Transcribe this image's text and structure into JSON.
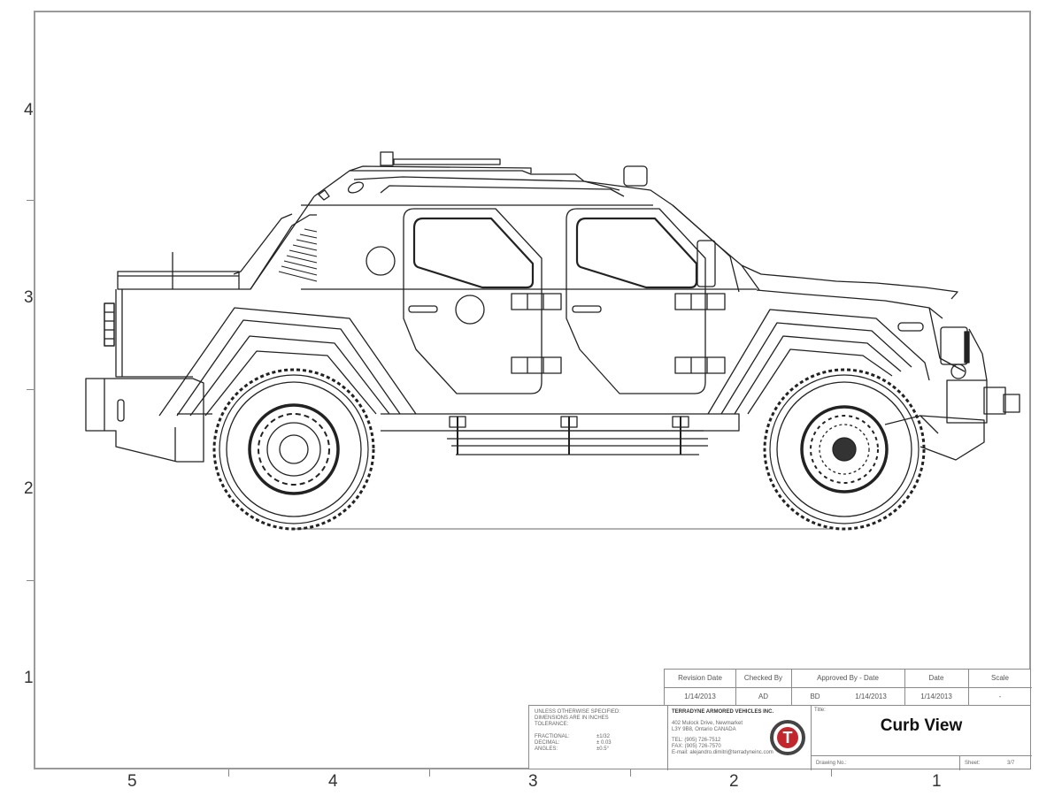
{
  "drawing": {
    "subject": "Armored SUV side elevation (curb view)",
    "border": {
      "row_labels": [
        "4",
        "3",
        "2",
        "1"
      ],
      "column_labels": [
        "5",
        "4",
        "3",
        "2",
        "1"
      ]
    }
  },
  "title_block": {
    "revision_header": {
      "columns": [
        "Revision Date",
        "Checked By",
        "Approved By  - Date",
        "Date",
        "Scale"
      ],
      "values": [
        "1/14/2013",
        "AD",
        "BD",
        "1/14/2013",
        "1/14/2013",
        "-"
      ]
    },
    "tolerance_notes": {
      "heading_lines": [
        "UNLESS OTHERWISE SPECIFIED:",
        "DIMENSIONS ARE IN INCHES",
        "TOLERANCE:"
      ],
      "rows": [
        {
          "label": "FRACTIONAL:",
          "value": "±1/32"
        },
        {
          "label": "DECIMAL:",
          "value": "± 0.03"
        },
        {
          "label": "ANGLES:",
          "value": "±0.5°"
        }
      ]
    },
    "company": {
      "name": "TERRADYNE ARMORED VEHICLES INC.",
      "address_lines": [
        "402 Mulock Drive, Newmarket",
        "L3Y 9B8, Ontario    CANADA"
      ],
      "contact_lines": [
        "TEL: (905) 726-7512",
        "FAX: (905) 726-7570",
        "E-mail: alejandro.dimitri@terradyneinc.com"
      ],
      "logo_letter": "T",
      "logo_color": "#c1272d"
    },
    "title_label": "Title:",
    "title": "Curb View",
    "drawing_no_label": "Drawing No.:",
    "drawing_no": "",
    "sheet_label": "Sheet:",
    "sheet": "3/7"
  }
}
